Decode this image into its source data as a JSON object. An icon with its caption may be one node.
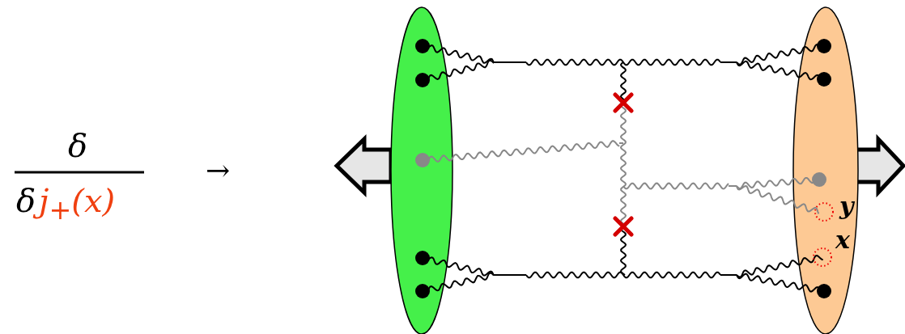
{
  "diagram": {
    "labels": [
      "δ",
      "δ",
      "j$_{+}$(x)",
      "→",
      "y",
      "x"
    ]
  }
}
